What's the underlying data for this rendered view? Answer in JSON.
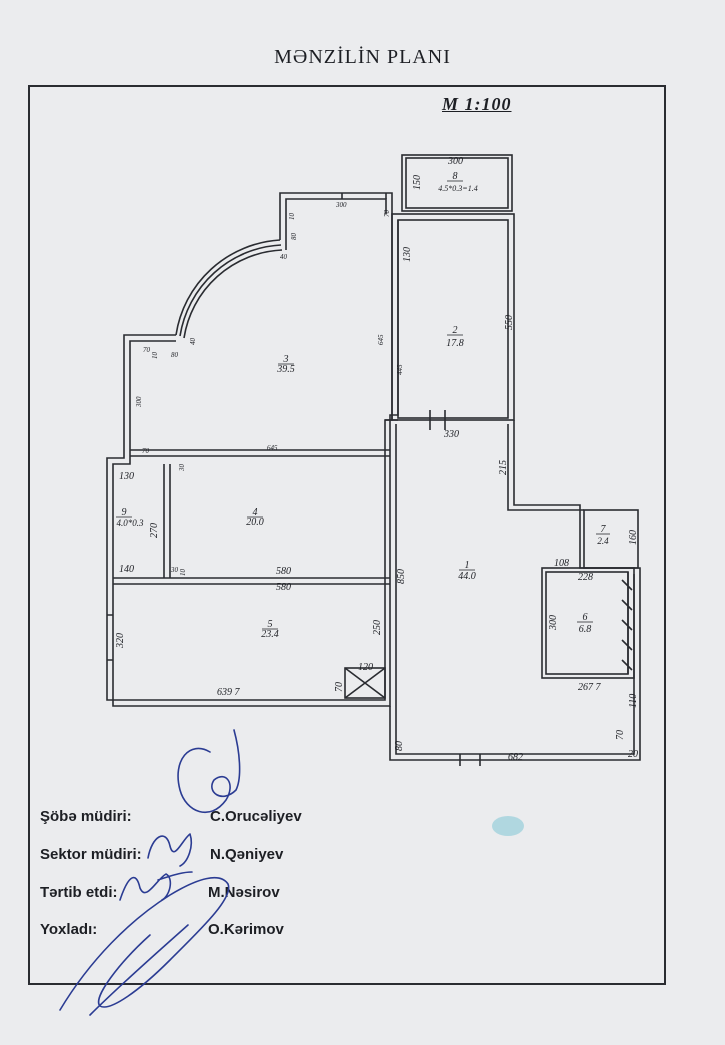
{
  "title": "MƏNZİLİN PLANI",
  "scale": "M 1:100",
  "rooms": [
    {
      "no": "1",
      "area": "44.0"
    },
    {
      "no": "2",
      "area": "17.8"
    },
    {
      "no": "3",
      "area": "39.5"
    },
    {
      "no": "4",
      "area": "20.0"
    },
    {
      "no": "5",
      "area": "23.4"
    },
    {
      "no": "6",
      "area": "6.8"
    },
    {
      "no": "7",
      "area": "2.4"
    },
    {
      "no": "8",
      "area": "4.5*0.3=1.4"
    },
    {
      "no": "9",
      "area": "4.0*0.3"
    }
  ],
  "dimensions": [
    "300",
    "150",
    "300",
    "70",
    "10",
    "80",
    "40",
    "130",
    "550",
    "645",
    "445",
    "70",
    "80",
    "40",
    "10",
    "300",
    "70",
    "645",
    "330",
    "215",
    "130",
    "30",
    "270",
    "140",
    "30",
    "10",
    "580",
    "580",
    "850",
    "108",
    "228",
    "160",
    "300",
    "320",
    "250",
    "120",
    "70",
    "639 7",
    "267 7",
    "110",
    "70",
    "80",
    "682",
    "20"
  ],
  "signatures": [
    {
      "role": "Şöbə müdiri:",
      "name": "C.Orucəliyev"
    },
    {
      "role": "Sektor müdiri:",
      "name": "N.Qəniyev"
    },
    {
      "role": "Tərtib etdi:",
      "name": "M.Nəsirov"
    },
    {
      "role": "Yoxladı:",
      "name": "O.Kərimov"
    }
  ]
}
